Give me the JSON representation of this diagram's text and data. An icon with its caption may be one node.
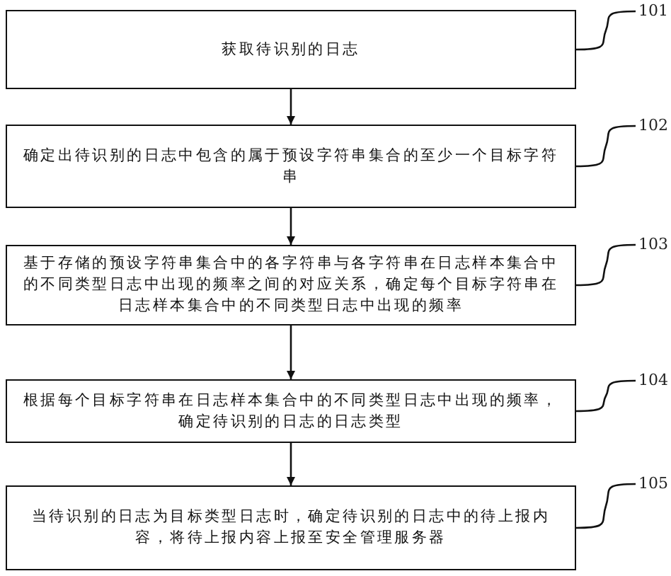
{
  "diagram": {
    "nodes": [
      {
        "text": [
          "获取待识别的日志"
        ]
      },
      {
        "text": [
          "确定出待识别的日志中包含的属于预设字符串集合的至少一个目标字符串"
        ]
      },
      {
        "text": [
          "基于存储的预设字符串集合中的各字符串与各字符串在日志样本集合中的不同类型日志中出现的频率之间的对应关系，确定每个目标字符串在日志样本集合中的不同类型日志中出现的频率"
        ]
      },
      {
        "text": [
          "根据每个目标字符串在日志样本集合中的不同类型日志中出现的频率，确定待识别的日志的日志类型"
        ]
      },
      {
        "text": [
          "当待识别的日志为目标类型日志时，确定待识别的日志中的待上报内容，将待上报内容上报至安全管理服务器"
        ]
      },
      {
        "text": [
          "101"
        ]
      },
      {
        "text": [
          "102"
        ]
      },
      {
        "text": [
          "103"
        ]
      },
      {
        "text": [
          "104"
        ]
      },
      {
        "text": [
          "105"
        ]
      }
    ],
    "edges": [
      {
        "from": 0,
        "to": 1,
        "arrow": "to"
      },
      {
        "from": 1,
        "to": 2,
        "arrow": "to"
      },
      {
        "from": 2,
        "to": 3,
        "arrow": "to"
      },
      {
        "from": 3,
        "to": 4,
        "arrow": "to"
      },
      {
        "from": 5,
        "to": 0,
        "arrow": "none"
      },
      {
        "from": 6,
        "to": 1,
        "arrow": "none"
      },
      {
        "from": 7,
        "to": 2,
        "arrow": "none"
      },
      {
        "from": 8,
        "to": 3,
        "arrow": "none"
      },
      {
        "from": 9,
        "to": 4,
        "arrow": "none"
      }
    ]
  }
}
